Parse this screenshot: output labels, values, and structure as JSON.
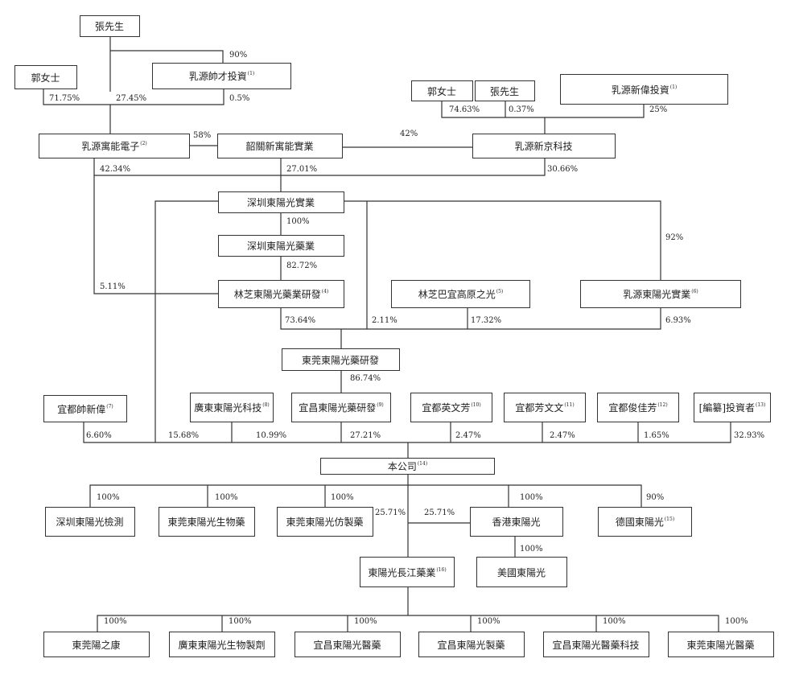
{
  "boxes": {
    "zhang_top": {
      "label": "張先生",
      "note": ""
    },
    "guo_left": {
      "label": "郭女士",
      "note": ""
    },
    "ruyuan_shuaicai": {
      "label": "乳源帥才投資",
      "note": "(1)"
    },
    "guo_right": {
      "label": "郭女士",
      "note": ""
    },
    "zhang_right": {
      "label": "張先生",
      "note": ""
    },
    "ruyuan_xinwei": {
      "label": "乳源新偉投資",
      "note": "(1)"
    },
    "ruyuan_yuneng": {
      "label": "乳源寓能電子",
      "note": "(2)"
    },
    "shaoguan_xinyuneng": {
      "label": "韶關新寓能實業",
      "note": ""
    },
    "ruyuan_xinjing": {
      "label": "乳源新京科技",
      "note": ""
    },
    "shenzhen_shiye": {
      "label": "深圳東陽光實業",
      "note": ""
    },
    "shenzhen_yaoye": {
      "label": "深圳東陽光藥業",
      "note": ""
    },
    "linzhi_yanfa": {
      "label": "林芝東陽光藥業研發",
      "note": "(4)"
    },
    "linzhi_bayi": {
      "label": "林芝巴宜高原之光",
      "note": "(5)"
    },
    "ruyuan_shiye": {
      "label": "乳源東陽光實業",
      "note": "(6)"
    },
    "dongguan_yanfa": {
      "label": "東莞東陽光藥研發",
      "note": ""
    },
    "yidu_shuaixinwei": {
      "label": "宜都帥新偉",
      "note": "(7)"
    },
    "guangdong_keji": {
      "label": "廣東東陽光科技",
      "note": "(8)"
    },
    "yichang_yanfa": {
      "label": "宜昌東陽光藥研發",
      "note": "(9)"
    },
    "yidu_yingwenfang": {
      "label": "宜都英文芳",
      "note": "(10)"
    },
    "yidu_fangwenwen": {
      "label": "宜都芳文文",
      "note": "(11)"
    },
    "yidu_junjiafang": {
      "label": "宜都俊佳芳",
      "note": "(12)"
    },
    "redacted_investor": {
      "label": "[編纂]投資者",
      "note": "(13)"
    },
    "company": {
      "label": "本公司",
      "note": "(14)"
    },
    "shenzhen_jiance": {
      "label": "深圳東陽光檢測",
      "note": ""
    },
    "dongguan_shengwuyao": {
      "label": "東莞東陽光生物藥",
      "note": ""
    },
    "dongguan_fangzhiyao": {
      "label": "東莞東陽光仿製藥",
      "note": ""
    },
    "hongkong": {
      "label": "香港東陽光",
      "note": ""
    },
    "germany": {
      "label": "德國東陽光",
      "note": "(15)"
    },
    "changjiang": {
      "label": "東陽光長江藥業",
      "note": "(16)"
    },
    "usa": {
      "label": "美國東陽光",
      "note": ""
    },
    "dongguan_yangzhikang": {
      "label": "東莞陽之康",
      "note": ""
    },
    "guangdong_shengwu": {
      "label": "廣東東陽光生物製劑",
      "note": ""
    },
    "yichang_yiyao": {
      "label": "宜昌東陽光醫藥",
      "note": ""
    },
    "yichang_zhiyao": {
      "label": "宜昌東陽光製藥",
      "note": ""
    },
    "yichang_yiyaokeji": {
      "label": "宜昌東陽光醫藥科技",
      "note": ""
    },
    "dongguan_yiyao": {
      "label": "東莞東陽光醫藥",
      "note": ""
    }
  },
  "percentages": {
    "p90_shuaicai": "90%",
    "p7175": "71.75%",
    "p2745": "27.45%",
    "p05": "0.5%",
    "p7463": "74.63%",
    "p037": "0.37%",
    "p25": "25%",
    "p58": "58%",
    "p42": "42%",
    "p4234": "42.34%",
    "p2701": "27.01%",
    "p3066": "30.66%",
    "p100_sz": "100%",
    "p92": "92%",
    "p8272": "82.72%",
    "p511": "5.11%",
    "p7364": "73.64%",
    "p211": "2.11%",
    "p1732": "17.32%",
    "p693": "6.93%",
    "p8674": "86.74%",
    "p660": "6.60%",
    "p1568": "15.68%",
    "p1099": "10.99%",
    "p2721": "27.21%",
    "p247a": "2.47%",
    "p247b": "2.47%",
    "p165": "1.65%",
    "p3293": "32.93%",
    "p100_jc": "100%",
    "p100_sw": "100%",
    "p100_fz": "100%",
    "p2571a": "25.71%",
    "p2571b": "25.71%",
    "p100_hk": "100%",
    "p90_de": "90%",
    "p100_us": "100%",
    "p100_b1": "100%",
    "p100_b2": "100%",
    "p100_b3": "100%",
    "p100_b4": "100%",
    "p100_b5": "100%",
    "p100_b6": "100%"
  }
}
